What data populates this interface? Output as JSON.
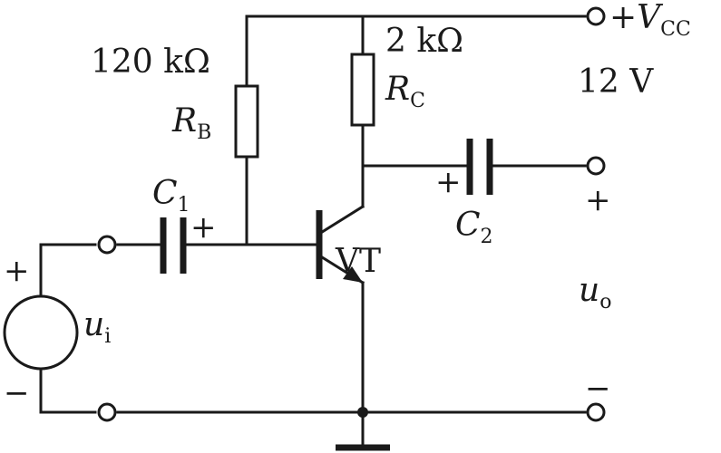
{
  "rb": {
    "value": "120 kΩ",
    "symbol": "R",
    "sub": "B"
  },
  "rc": {
    "value": "2 kΩ",
    "symbol": "R",
    "sub": "C"
  },
  "vcc": {
    "sign": "+",
    "symbol": "V",
    "sub": "CC",
    "value": "12 V"
  },
  "c1": {
    "symbol": "C",
    "sub": "1",
    "polarity": "+"
  },
  "c2": {
    "symbol": "C",
    "sub": "2",
    "polarity": "+"
  },
  "transistor": {
    "label": "VT"
  },
  "source": {
    "symbol": "u",
    "sub": "i",
    "plus": "+",
    "minus": "−"
  },
  "output": {
    "symbol": "u",
    "sub": "o",
    "plus": "+",
    "minus": "−"
  }
}
